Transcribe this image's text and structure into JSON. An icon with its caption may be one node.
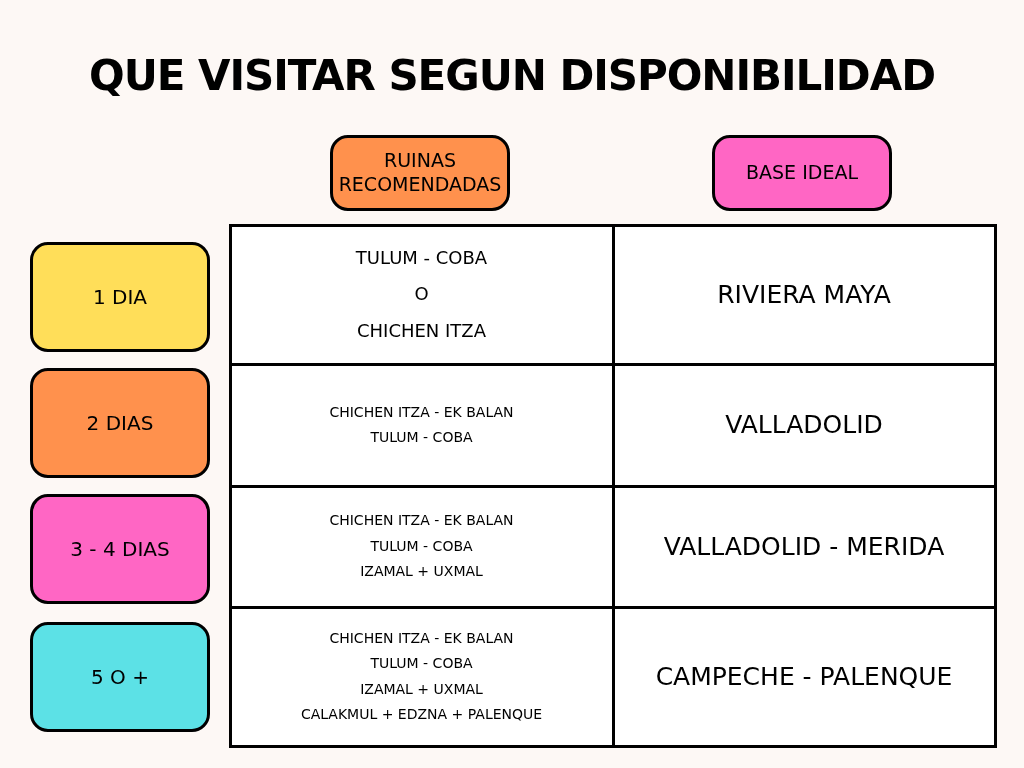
{
  "diagram": {
    "title": "QUE VISITAR SEGUN DISPONIBILIDAD",
    "nodes": [
      {
        "text": [
          "RUINAS RECOMENDADAS"
        ]
      },
      {
        "text": [
          "BASE IDEAL"
        ]
      },
      {
        "text": [
          "1 DIA"
        ]
      },
      {
        "text": [
          "TULUM - COBA",
          "O",
          "CHICHEN ITZA"
        ]
      },
      {
        "text": [
          "RIVIERA MAYA"
        ]
      },
      {
        "text": [
          "2 DIAS"
        ]
      },
      {
        "text": [
          "CHICHEN ITZA - EK BALAN",
          "TULUM - COBA"
        ]
      },
      {
        "text": [
          "VALLADOLID"
        ]
      },
      {
        "text": [
          "3 - 4 DIAS"
        ]
      },
      {
        "text": [
          "CHICHEN ITZA - EK BALAN",
          "TULUM - COBA",
          "IZAMAL + UXMAL"
        ]
      },
      {
        "text": [
          "VALLADOLID - MERIDA"
        ]
      },
      {
        "text": [
          "5 O +"
        ]
      },
      {
        "text": [
          "CHICHEN ITZA - EK BALAN",
          "TULUM - COBA",
          "IZAMAL + UXMAL",
          "CALAKMUL + EDZNA + PALENQUE"
        ]
      },
      {
        "text": [
          "CAMPECHE - PALENQUE"
        ]
      }
    ]
  }
}
